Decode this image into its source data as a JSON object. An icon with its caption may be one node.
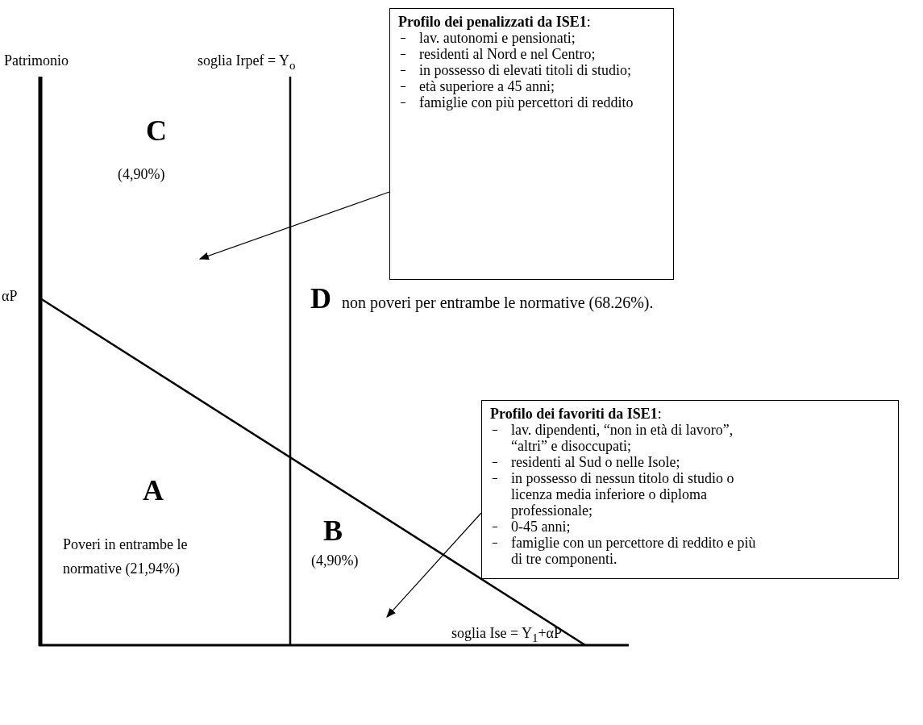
{
  "diagram": {
    "nodes": [
      {
        "text": [
          "**Profilo dei penalizzati  da ISE1**:",
          "lav. autonomi e pensionati;",
          "residenti al Nord e nel Centro;",
          "in possesso di elevati titoli di studio;",
          "età superiore a 45 anni;",
          "famiglie con più percettori di reddito"
        ]
      },
      {
        "text": [
          "**Profilo dei favoriti da ISE1**:",
          "lav. dipendenti, “non in età di lavoro”, “altri” e disoccupati;",
          "residenti al Sud o nelle Isole;",
          "in possesso di nessun titolo di studio o licenza media inferiore o diploma professionale;",
          "0-45 anni;",
          "famiglie con un percettore di reddito e  più di tre componenti."
        ]
      }
    ],
    "edges": [
      {
        "from": 0,
        "to": null,
        "arrow": "to"
      },
      {
        "from": 1,
        "to": null,
        "arrow": "to"
      }
    ],
    "labels": [
      "Patrimonio",
      "soglia Irpef  = Y$_{o}$",
      "C",
      "(4,90%)",
      "αP",
      "**D** non poveri per entrambe le normative (68.26%).",
      "A",
      "Poveri in entrambe le normative (21,94%)",
      "B",
      "(4,90%)",
      "soglia Ise = Y$_{1}$+αP"
    ]
  }
}
